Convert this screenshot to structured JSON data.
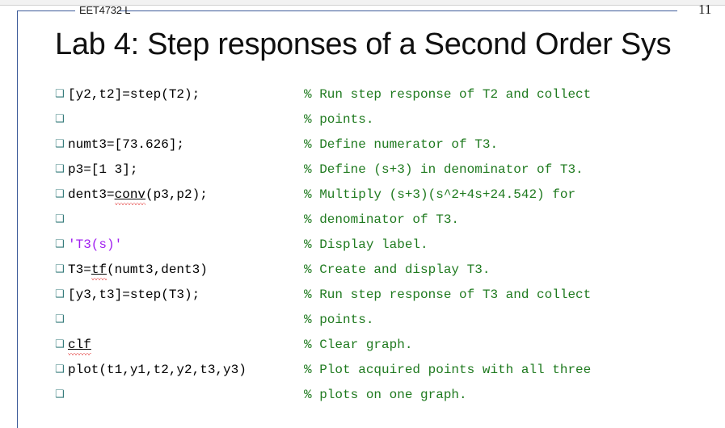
{
  "header": {
    "course_label": "EET4732 L",
    "page_number": "11",
    "rule_color": "#3c5a99"
  },
  "title": "Lab 4: Step responses of a Second Order Sys",
  "colors": {
    "bullet": "#367b7b",
    "code": "#000000",
    "comment": "#1f7a1f",
    "string": "#a020f0",
    "spellcheck": "#e03030"
  },
  "bullet_glyph": "❑",
  "code_lines": [
    {
      "code_pre": "[y2,t2]=step(T2);",
      "token": "",
      "code_post": "",
      "comment": "% Run step response of T2 and collect"
    },
    {
      "code_pre": "",
      "token": "",
      "code_post": "",
      "comment": "% points."
    },
    {
      "code_pre": "numt3=[73.626];",
      "token": "",
      "code_post": "",
      "comment": "% Define numerator of T3."
    },
    {
      "code_pre": "p3=[1 3];",
      "token": "",
      "code_post": "",
      "comment": "% Define (s+3) in denominator of T3."
    },
    {
      "code_pre": "dent3=",
      "token": "conv",
      "code_post": "(p3,p2);",
      "comment": "% Multiply (s+3)(s^2+4s+24.542) for"
    },
    {
      "code_pre": "",
      "token": "",
      "code_post": "",
      "comment": "% denominator of T3."
    },
    {
      "code_pre": "",
      "token": "",
      "code_post": "",
      "string": "'T3(s)'",
      "comment": "% Display label."
    },
    {
      "code_pre": "T3=",
      "token": "tf",
      "code_post": "(numt3,dent3)",
      "comment": "% Create and display T3."
    },
    {
      "code_pre": "[y3,t3]=step(T3);",
      "token": "",
      "code_post": "",
      "comment": "% Run step response of T3 and collect"
    },
    {
      "code_pre": "",
      "token": "",
      "code_post": "",
      "comment": "% points."
    },
    {
      "code_pre": "",
      "token": "clf",
      "code_post": "",
      "comment": "% Clear graph."
    },
    {
      "code_pre": "plot(t1,y1,t2,y2,t3,y3)",
      "token": "",
      "code_post": "",
      "comment": "% Plot acquired points with all three"
    },
    {
      "code_pre": "",
      "token": "",
      "code_post": "",
      "comment": "% plots on one graph."
    }
  ]
}
